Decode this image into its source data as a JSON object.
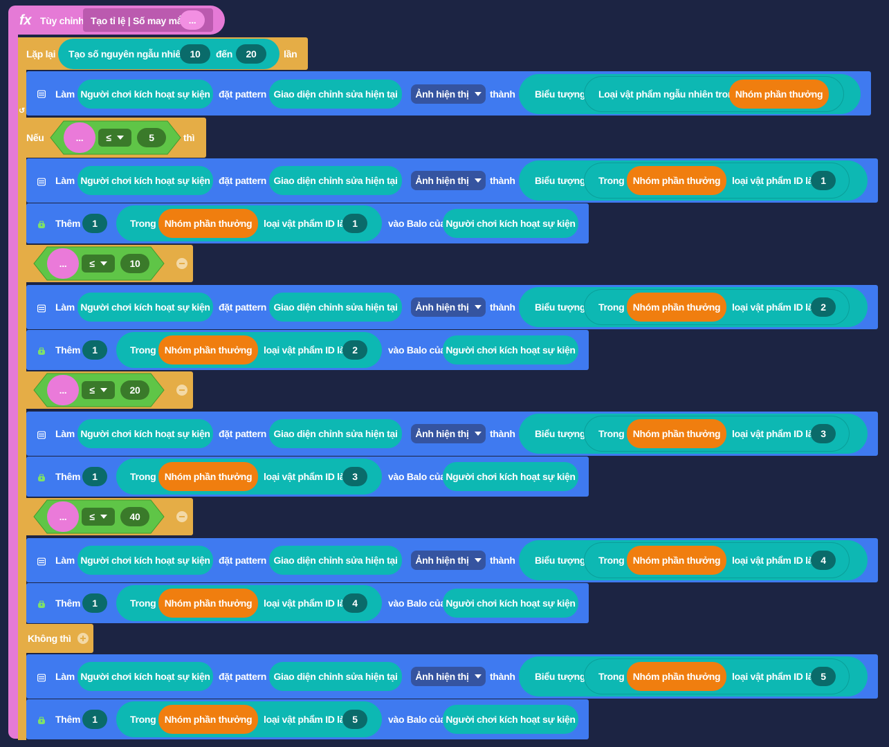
{
  "func": {
    "fx": "fx",
    "custom": "Tùy chỉnh",
    "name": "Tạo tỉ lệ | Số may mắn",
    "param": "..."
  },
  "loop": {
    "repeat": "Lặp lại",
    "random_label": "Tạo số nguyên ngẫu nhiên:",
    "from": "10",
    "to_word": "đến",
    "to": "20",
    "times": "lần"
  },
  "first_action": {
    "do": "Làm",
    "player": "Người chơi kích hoạt sự kiện",
    "set_pattern": "đặt pattern",
    "ui": "Giao diện chỉnh sửa hiện tại",
    "image_dd": "Ảnh hiện thị",
    "into": "thành",
    "icon_word": "Biểu tượng",
    "random_item": "Loại vật phẩm ngẫu nhiên trong",
    "group": "Nhóm phần thưởng"
  },
  "cond": {
    "if": "Nếu",
    "then": "thì",
    "param": "...",
    "op": "≤",
    "else": "Không thì"
  },
  "thresholds": [
    "5",
    "10",
    "20",
    "40"
  ],
  "actions": {
    "do": "Làm",
    "player": "Người chơi kích hoạt sự kiện",
    "set_pattern": "đặt pattern",
    "ui": "Giao diện chỉnh sửa hiện tại",
    "image_dd": "Ảnh hiện thị",
    "into": "thành",
    "icon_word": "Biểu tượng",
    "in": "Trong",
    "group": "Nhóm phần thưởng",
    "item_id": "loại vật phẩm ID là",
    "add": "Thêm",
    "qty": "1",
    "into_bag": "vào Balo của"
  },
  "item_ids": [
    "1",
    "2",
    "3",
    "4",
    "5"
  ],
  "colors": {
    "bg": "#1c2443",
    "pink": "#e57ad6",
    "gold": "#e5ad46",
    "blue": "#3f7af0",
    "cyan": "#0db8b3",
    "orange": "#f07e0f",
    "green": "#5fc547"
  }
}
